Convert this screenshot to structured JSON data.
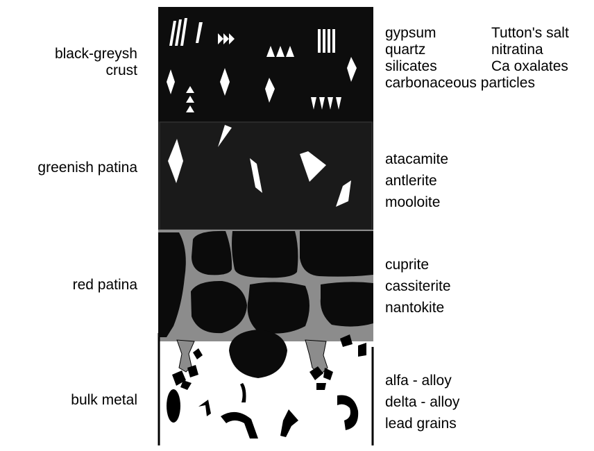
{
  "layers": [
    {
      "name_lines": [
        "black-greysh",
        "crust"
      ],
      "components_col1": [
        "gypsum",
        "quartz",
        "silicates",
        "carbonaceous particles"
      ],
      "components_col2": [
        "Tutton's salt",
        "nitratina",
        "Ca oxalates"
      ]
    },
    {
      "name_lines": [
        "greenish patina"
      ],
      "components_col1": [
        "atacamite",
        "antlerite",
        "mooloite"
      ]
    },
    {
      "name_lines": [
        "red patina"
      ],
      "components_col1": [
        "cuprite",
        "cassiterite",
        "nantokite"
      ]
    },
    {
      "name_lines": [
        "bulk metal"
      ],
      "components_col1": [
        "alfa - alloy",
        "delta - alloy",
        "lead grains"
      ]
    }
  ],
  "colors": {
    "crust": "#0d0d0d",
    "greenish_patina": "#1a1a1a",
    "red_patina_grains": "#0b0b0b",
    "red_patina_matrix": "#8c8c8c",
    "bulk_metal": "#ffffff",
    "crystals": "#ffffff",
    "inclusions": "#000000"
  }
}
